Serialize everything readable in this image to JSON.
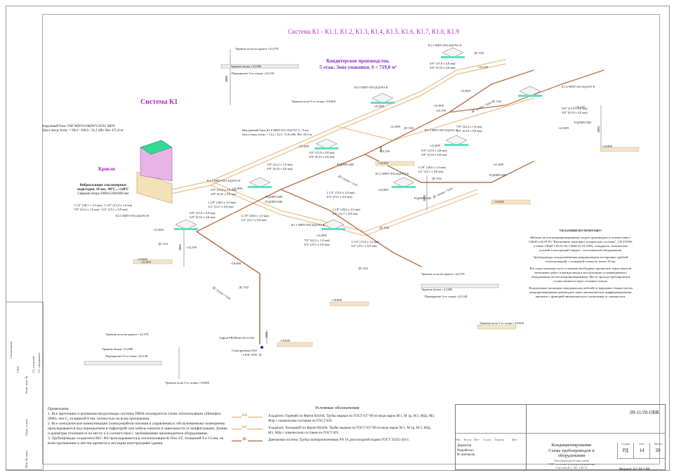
{
  "title": "Система К1 - К1.1, К1.2, К1.3, К1.4, К1.5, К1.6, К1.7, К1.8, К1.9",
  "system_label": "Система К1",
  "roof_label": "Кровля",
  "zone_label": [
    "Кондитерское производство,",
    "5 этаж. Зона упаковки. S = 719,0 м²"
  ],
  "outdoor_unit": {
    "line1": "Наружный блок VRF MDV6-i900WV2GN1 MDV",
    "line2": "Qохл./нагр./потр. = 90,0 / 100,0 / 32,1 кВт. Вес 475,0 кг"
  },
  "vibration": {
    "line1": "Виброгасящие эластомерные",
    "line2": "подкладки, 10 мм, -40ºС...+120ºС",
    "line3": "Сварная опора 2000х1200х600 мм"
  },
  "outdoor_pipes": [
    "1.1/2\" (38,1 х 1,0 мм) / 1.1/4\" (31,8 х 1,0 мм)",
    "7/8\" (22,2 х 1,0 мм) / 3/4\" (19,1 х 0,9 мм)"
  ],
  "indoor_unit_note": {
    "line1": "Внутренний блок К1.8 MDV-D112Q4/N1-3 - 9 шт.",
    "line2": "Qохл./нагр./потр. = 11,2 / 12,5 / 0,16 кВт. Вес 33,0 кг"
  },
  "units": [
    {
      "id": "unit-k1-5",
      "label": "К1.5 MDV-D112Q4/N1-E"
    },
    {
      "id": "unit-k1-9",
      "label": "К1.9 MDV-D112Q4/N1-E"
    },
    {
      "id": "unit-k1-4",
      "label": "К1.4 MDV-D112Q4/N1-E"
    },
    {
      "id": "unit-k1-3",
      "label": "К1.3 MDV-D112Q4/N1-E"
    },
    {
      "id": "unit-k1-2",
      "label": "К1.2 MDV-D112Q4/N1-E"
    },
    {
      "id": "unit-k1-7",
      "label": "К1.7 MDV-D112Q4/N1-E"
    },
    {
      "id": "unit-k1-6",
      "label": "К1.6 MDV-D112Q4/N1-E"
    },
    {
      "id": "unit-k1-1",
      "label": "К1.1 MDV-D112Q4/N1-E"
    }
  ],
  "pipe_labels": {
    "p58": "5/8\" (15,9 х 0,8 мм)",
    "p38": "3/8\" (9,53 х 0,8 мм)",
    "p78": "7/8\" (22,2 х 1,0 мм)",
    "p118": "1.1/8\" (28,6 х 1,0 мм)",
    "p12": "1/2\" (12,7 х 0,8 мм)",
    "p114": "1.1/4\" (31,8 х 1,0 мм)",
    "p34": "3/4\" (19,1 х 0,9 мм)",
    "branch": "FQZHN-02D",
    "branch2": "FQZHN-03D",
    "dc032": "ДС 032",
    "slope": "ДС уклон = 0,01",
    "dc": "ДС"
  },
  "levels": {
    "l21809": "+21,809",
    "l22150": "+22,150",
    "l18800": "+18,800",
    "l21880": "+21,880",
    "l2000": "2000",
    "l1000": "1000",
    "l3000": "3000"
  },
  "slab_notes": [
    {
      "top": "Уровень пола на кровле +22,578",
      "beam": "Уровень балки +21,880",
      "floor": "Перекрытие 5-го этажа +22,150",
      "base": "Уровень пола 5-го этажа +18,800"
    },
    {
      "top": "Уровень пола на кровле +22,578",
      "beam": "Уровень балки +21,880",
      "floor": "Перекрытие 5-го этажа +22,140",
      "base": "Уровень пола 5-го этажа +18,800"
    },
    {
      "top": "Уровень пола на кровле +22,578",
      "beam": "Уровень балки +21,880",
      "floor": "Перекрытие 5-го этажа +22,140",
      "base": "Уровень пола 5-го этажа +18,800"
    }
  ],
  "drain": {
    "siphon": "Сифон PROFmet SCG-032",
    "drop": [
      "Слив дренажа Ø32",
      "в К4С Ø50"
    ]
  },
  "notes": {
    "heading": "Примечания:",
    "items": [
      "1. Все приточные и вытяжные воздуховоды системы ПВ04 изолируются слоем теплоизоляции «Пенофол 2000» тип С, толщиной 8 мм, полностью на всем протяжении.",
      "2. Все электрические коммуникации (электрокабели питания и управления) к обслуживаемому помещению прокладываются под перекрытием в гофротрубе или кабель-каналах в зависимости от конфигурации. Длины и диаметры уточняются по месту и в соответствии с требованиями производителя оборудования.",
      "3. Трубопроводы хладагента RD / RS прокладываются в теплоизоляции K-Flex ST, толщиной 9 и 13 мм, на всем протяжении и жёстко крепятся к несущим конструкциям здания."
    ]
  },
  "legend": {
    "heading": "Условные обозначения",
    "items": [
      {
        "code": "RD",
        "color": "#e3a868",
        "text": "Хладагент. Горячий газ Фреон R410A. Трубы медные по ГОСТ 617-90 из меди марок М 1, М 1р, М 2, М2р, М3, М3р с химическим составом по ГОСТ 859"
      },
      {
        "code": "RS",
        "color": "#e8b878",
        "text": "Хладагент. Холодный газ Фреон R410A. Трубы медные по ГОСТ 617-90 из меди марок М 1, М 1р, М 2, М2р, М3, М3р с химическим составом по ГОСТ 859"
      },
      {
        "code": "ДС",
        "color": "#8a4a2a",
        "text": "Дренажная система. Трубы полипропиленовые PN 10 для холодной подачи ГОСТ 32415-2013."
      }
    ]
  },
  "mounting": {
    "heading": "УКАЗАНИЯ ПО МОНТАЖУ:",
    "paragraphs": [
      "Монтаж систем кондиционирования следует производить в соответствии с СНиП 3.05.01-85 \"Внутренние санитарно-технические системы\", СН 478-80, а также СНиП 3.05.01-85, СНиП 41-01-2003, стандартов, технических условий и инструкций заводов - изготовителей оборудования.",
      "Трубопроводы холодоснабжения кондиционеров изолировать трубной теплоизоляцией, с толщиной стенки не менее 10 мм.",
      "Все существующие пусто и новыми необходимо прочистить перед началом монтажных работ и прежде ввода в эксплуатацию устанавливаемого оборудования систем кондиционирования. Места прохода трубопроводов осуществляются через стальные гильзы.",
      "Подключение питающих электрических кабелей от наружных блоков систем кондиционирования производить через автоматические дифференциальные автоматы с функцией автоматического отключения от электросети."
    ]
  },
  "stamp": {
    "code": "09-11/20-ОВК",
    "headers": [
      "Изм.",
      "Кол.уч.",
      "Лист",
      "№ док.",
      "Подпись",
      "Дата"
    ],
    "roles": [
      "Директор",
      "Разработал",
      "Н. контроль"
    ],
    "title": [
      "Кондиционирование",
      "Схема трубопроводов и",
      "оборудования"
    ],
    "subtitle": [
      "Аксонометрическая схема",
      "VRF-системы кондиционирования",
      "Система К1 / К1.1-К1.9"
    ],
    "stage_label": "Стадия",
    "sheet_label": "Лист",
    "sheets_label": "Листов",
    "stage": "РД",
    "sheet": "14",
    "sheets": "20",
    "format": "Формат А2  М 1:80"
  },
  "side_strip": [
    "Согласовано:",
    "ГКП",
    "Взам. инв. №",
    "Подп. и дата",
    "Инв. № подл.",
    "Гл. технолог",
    "Гл. специалист"
  ]
}
